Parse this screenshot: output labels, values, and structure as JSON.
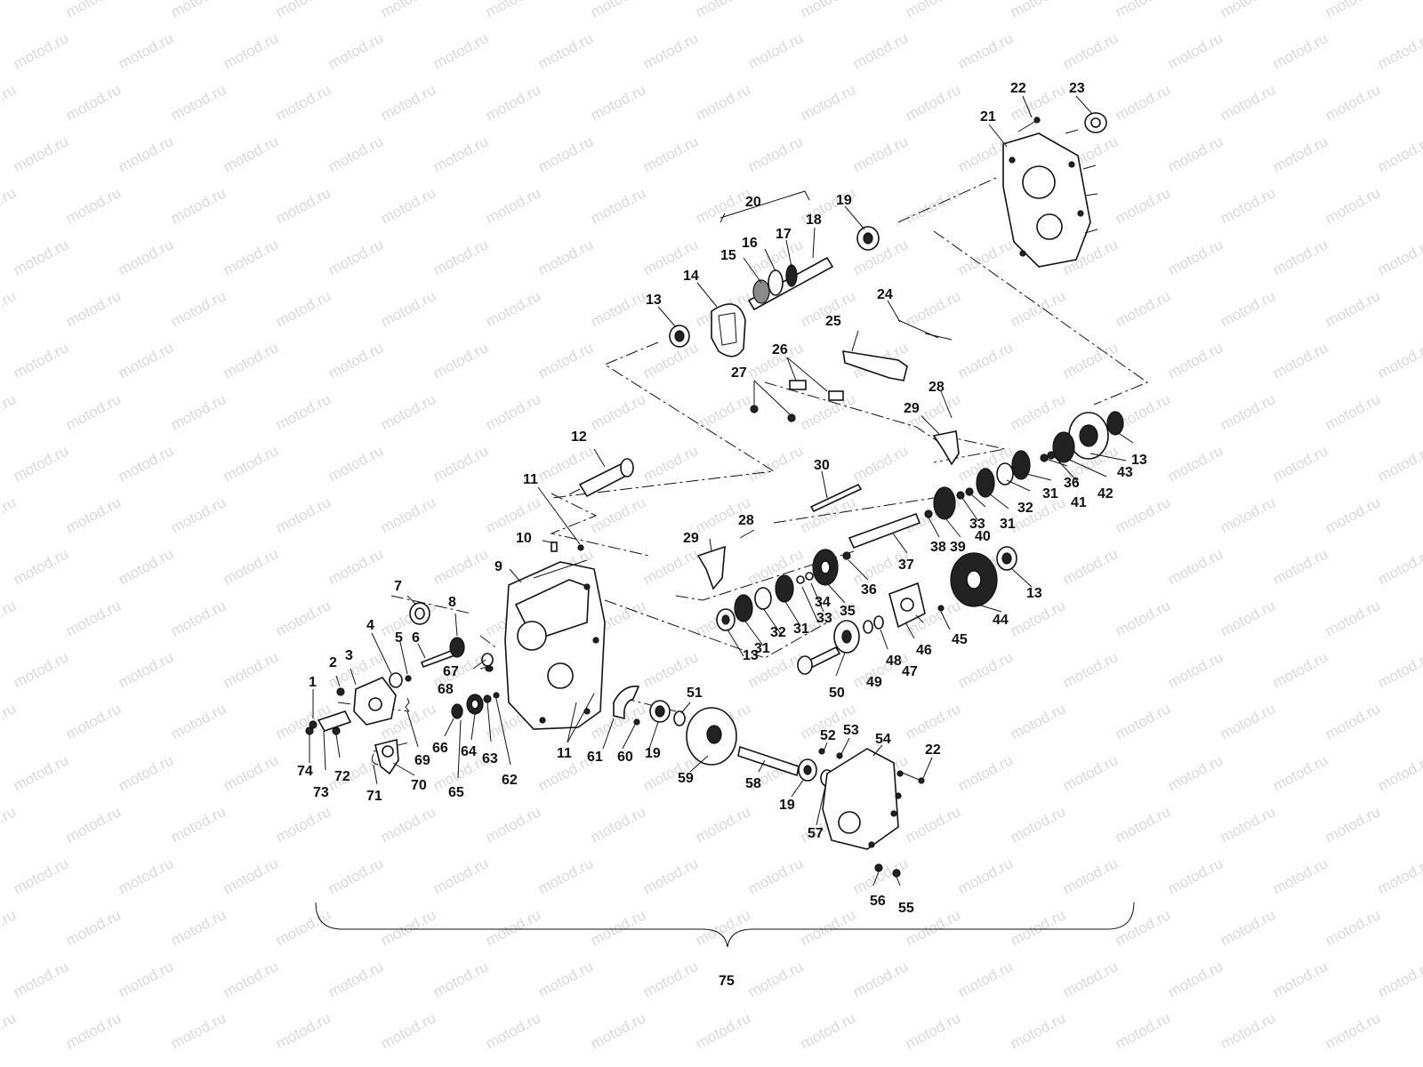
{
  "watermark": {
    "text": "motod.ru"
  },
  "labels": [
    {
      "id": "l1",
      "text": "1"
    },
    {
      "id": "l2",
      "text": "2"
    },
    {
      "id": "l3",
      "text": "3"
    },
    {
      "id": "l4",
      "text": "4"
    },
    {
      "id": "l5",
      "text": "5"
    },
    {
      "id": "l6",
      "text": "6"
    },
    {
      "id": "l7",
      "text": "7"
    },
    {
      "id": "l8",
      "text": "8"
    },
    {
      "id": "l9",
      "text": "9"
    },
    {
      "id": "l10",
      "text": "10"
    },
    {
      "id": "l11a",
      "text": "11"
    },
    {
      "id": "l11b",
      "text": "11"
    },
    {
      "id": "l12",
      "text": "12"
    },
    {
      "id": "l13a",
      "text": "13"
    },
    {
      "id": "l13b",
      "text": "13"
    },
    {
      "id": "l13c",
      "text": "13"
    },
    {
      "id": "l13d",
      "text": "13"
    },
    {
      "id": "l14",
      "text": "14"
    },
    {
      "id": "l15",
      "text": "15"
    },
    {
      "id": "l16",
      "text": "16"
    },
    {
      "id": "l17",
      "text": "17"
    },
    {
      "id": "l18",
      "text": "18"
    },
    {
      "id": "l19a",
      "text": "19"
    },
    {
      "id": "l19b",
      "text": "19"
    },
    {
      "id": "l19c",
      "text": "19"
    },
    {
      "id": "l20",
      "text": "20"
    },
    {
      "id": "l21",
      "text": "21"
    },
    {
      "id": "l22a",
      "text": "22"
    },
    {
      "id": "l22b",
      "text": "22"
    },
    {
      "id": "l23",
      "text": "23"
    },
    {
      "id": "l24",
      "text": "24"
    },
    {
      "id": "l25",
      "text": "25"
    },
    {
      "id": "l26",
      "text": "26"
    },
    {
      "id": "l27",
      "text": "27"
    },
    {
      "id": "l28a",
      "text": "28"
    },
    {
      "id": "l28b",
      "text": "28"
    },
    {
      "id": "l29a",
      "text": "29"
    },
    {
      "id": "l29b",
      "text": "29"
    },
    {
      "id": "l30",
      "text": "30"
    },
    {
      "id": "l31a",
      "text": "31"
    },
    {
      "id": "l31b",
      "text": "31"
    },
    {
      "id": "l31c",
      "text": "31"
    },
    {
      "id": "l31d",
      "text": "31"
    },
    {
      "id": "l32a",
      "text": "32"
    },
    {
      "id": "l32b",
      "text": "32"
    },
    {
      "id": "l33a",
      "text": "33"
    },
    {
      "id": "l33b",
      "text": "33"
    },
    {
      "id": "l34",
      "text": "34"
    },
    {
      "id": "l35",
      "text": "35"
    },
    {
      "id": "l36a",
      "text": "36"
    },
    {
      "id": "l36b",
      "text": "36"
    },
    {
      "id": "l37",
      "text": "37"
    },
    {
      "id": "l38",
      "text": "38"
    },
    {
      "id": "l39",
      "text": "39"
    },
    {
      "id": "l40",
      "text": "40"
    },
    {
      "id": "l41",
      "text": "41"
    },
    {
      "id": "l42",
      "text": "42"
    },
    {
      "id": "l43",
      "text": "43"
    },
    {
      "id": "l44",
      "text": "44"
    },
    {
      "id": "l45",
      "text": "45"
    },
    {
      "id": "l46",
      "text": "46"
    },
    {
      "id": "l47",
      "text": "47"
    },
    {
      "id": "l48",
      "text": "48"
    },
    {
      "id": "l49",
      "text": "49"
    },
    {
      "id": "l50",
      "text": "50"
    },
    {
      "id": "l51",
      "text": "51"
    },
    {
      "id": "l52",
      "text": "52"
    },
    {
      "id": "l53",
      "text": "53"
    },
    {
      "id": "l54",
      "text": "54"
    },
    {
      "id": "l55",
      "text": "55"
    },
    {
      "id": "l56",
      "text": "56"
    },
    {
      "id": "l57",
      "text": "57"
    },
    {
      "id": "l58",
      "text": "58"
    },
    {
      "id": "l59",
      "text": "59"
    },
    {
      "id": "l60",
      "text": "60"
    },
    {
      "id": "l61",
      "text": "61"
    },
    {
      "id": "l62",
      "text": "62"
    },
    {
      "id": "l63",
      "text": "63"
    },
    {
      "id": "l64",
      "text": "64"
    },
    {
      "id": "l65",
      "text": "65"
    },
    {
      "id": "l66",
      "text": "66"
    },
    {
      "id": "l67",
      "text": "67"
    },
    {
      "id": "l68",
      "text": "68"
    },
    {
      "id": "l69",
      "text": "69"
    },
    {
      "id": "l70",
      "text": "70"
    },
    {
      "id": "l71",
      "text": "71"
    },
    {
      "id": "l72",
      "text": "72"
    },
    {
      "id": "l73",
      "text": "73"
    },
    {
      "id": "l74",
      "text": "74"
    },
    {
      "id": "l75",
      "text": "75"
    }
  ]
}
